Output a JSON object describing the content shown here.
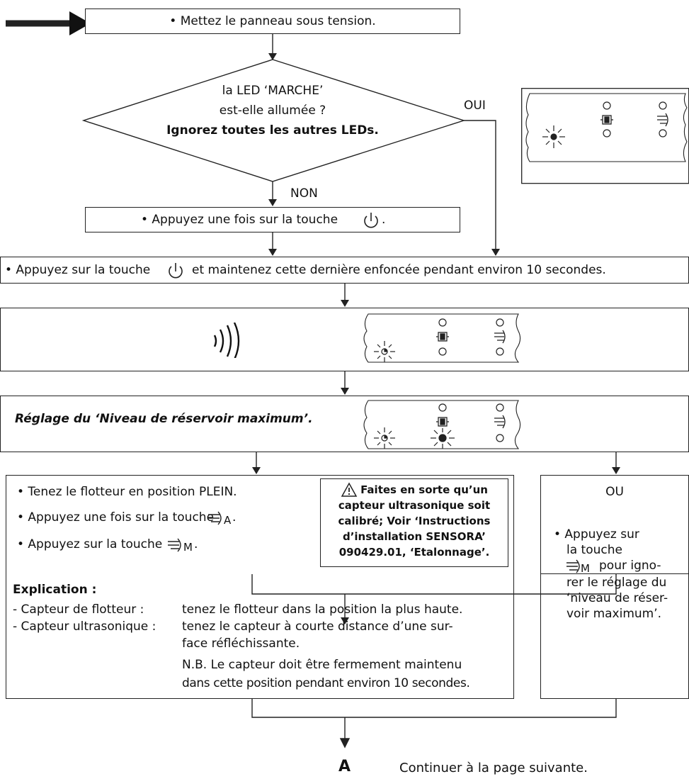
{
  "steps": {
    "power_on": "• Mettez le panneau sous tension.",
    "decision_line1": "la LED ‘MARCHE’",
    "decision_line2": "est-elle allumée ?",
    "decision_line3": "Ignorez toutes les autres LEDs.",
    "yes_label": "OUI",
    "no_label": "NON",
    "press_once_prefix": "• Appuyez une fois sur la touche",
    "press_hold_prefix": "• Appuyez sur la touche",
    "press_hold_suffix": "et maintenez cette dernière enfoncée pendant environ 10 secondes.",
    "tank_level_title": "Réglage du ‘Niveau de réservoir maximum’."
  },
  "instructions": {
    "items": [
      "• Tenez le flotteur en position PLEIN.",
      "• Appuyez une fois sur la touche",
      "• Appuyez sur la touche"
    ],
    "key_sub_a": "A",
    "key_sub_m": "M",
    "warning_lines": [
      "Faites en sorte qu’un",
      "capteur ultrasonique soit",
      "calibré; Voir ‘Instructions",
      "d’installation SENSORA’",
      "090429.01, ‘Etalonnage’."
    ],
    "explanation_title": "Explication :",
    "float_sensor_label": "- Capteur de flotteur :",
    "float_sensor_text": "tenez le flotteur dans la position la plus haute.",
    "ultrasonic_label": "- Capteur ultrasonique :",
    "ultrasonic_text_1": "tenez le capteur à courte distance d’une sur-",
    "ultrasonic_text_2": "face réfléchissante.",
    "note_1": "N.B. Le capteur doit être fermement maintenu",
    "note_2": "dans cette position pendant environ 10 secondes."
  },
  "alternative": {
    "title": "OU",
    "lines": [
      "• Appuyez sur",
      "la touche",
      "pour igno-",
      "rer le réglage du",
      "‘niveau de réser-",
      "voir maximum’."
    ],
    "key_sub": "M"
  },
  "footer": {
    "connector": "A",
    "continue_text": "Continuer à la page suivante."
  },
  "icons": [
    "arrow-right-icon",
    "power-icon",
    "sound-waves-icon",
    "led-lit-icon",
    "led-off-icon",
    "pump-icon",
    "valve-icon",
    "warning-triangle-icon"
  ]
}
